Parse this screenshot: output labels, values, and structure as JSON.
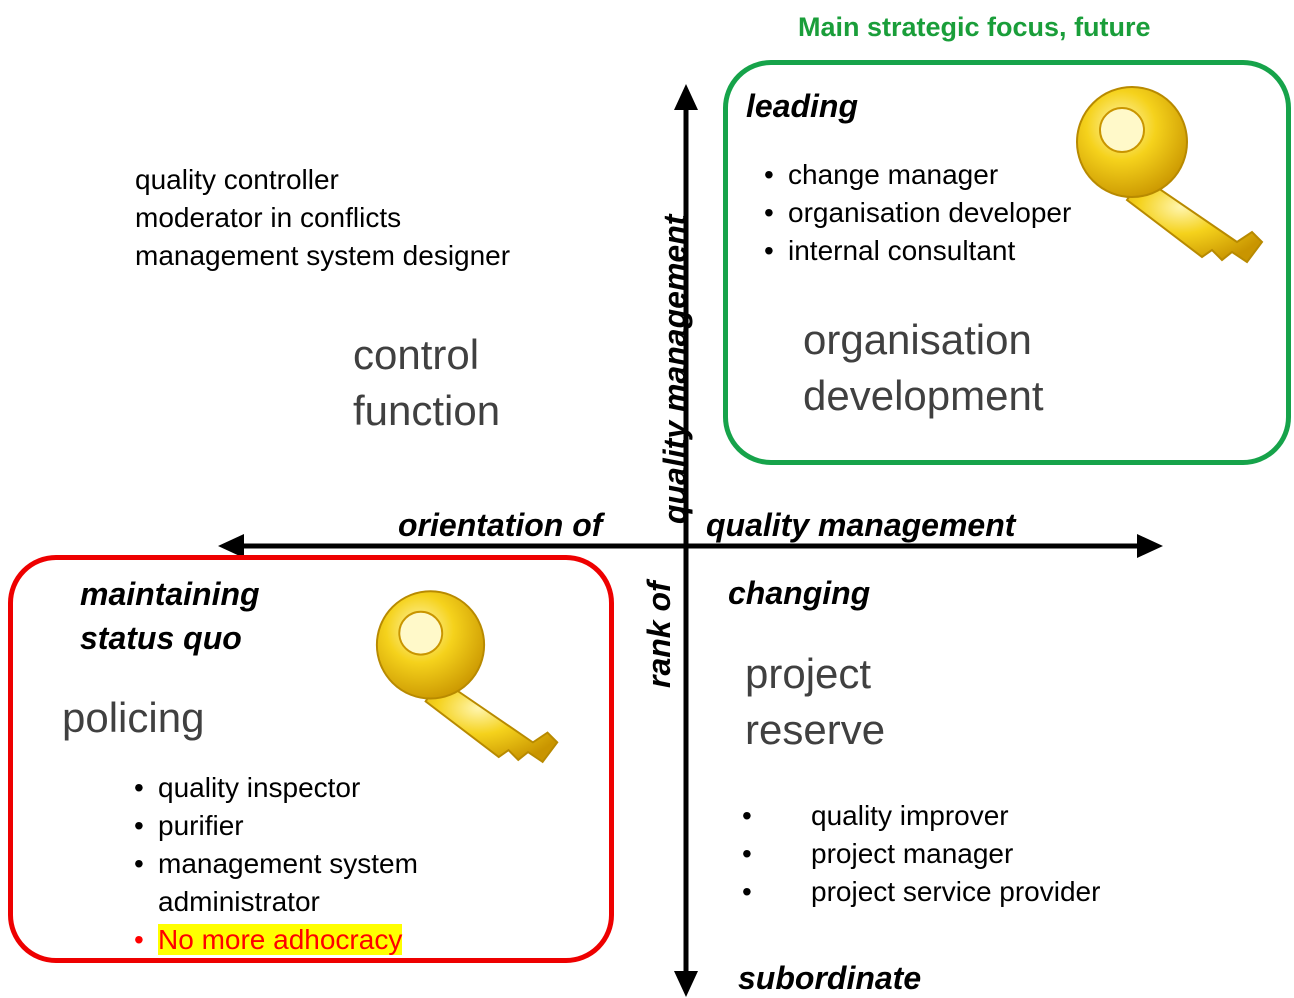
{
  "focus_title": "Main strategic focus, future",
  "axes": {
    "horizontal_left": "orientation of",
    "horizontal_right": "quality management",
    "vertical_top": "quality management",
    "vertical_bottom": "rank of"
  },
  "quadrants": {
    "top_right": {
      "label": "leading",
      "items": [
        "change manager",
        "organisation developer",
        "internal consultant"
      ],
      "title_line1": "organisation",
      "title_line2": "development"
    },
    "top_left": {
      "roles": [
        "quality controller",
        "moderator in conflicts",
        "management system designer"
      ],
      "title_line1": "control",
      "title_line2": "function"
    },
    "bottom_left": {
      "label_line1": "maintaining",
      "label_line2": "status quo",
      "title": "policing",
      "items": [
        "quality inspector",
        "purifier",
        "management system",
        "administrator"
      ],
      "warning": "No more adhocracy"
    },
    "bottom_right": {
      "label": "changing",
      "title_line1": "project",
      "title_line2": "reserve",
      "items": [
        "quality improver",
        "project manager",
        "project service provider"
      ]
    },
    "bottom_axis_label": "subordinate"
  },
  "colors": {
    "focus_green": "#1a9e3a",
    "box_green": "#16a34a",
    "box_red": "#ee0000",
    "key_gold": "#f2c200",
    "highlight_yellow": "#ffff00",
    "warning_red": "#ff0000"
  },
  "icons": [
    "key-icon",
    "key-icon"
  ]
}
